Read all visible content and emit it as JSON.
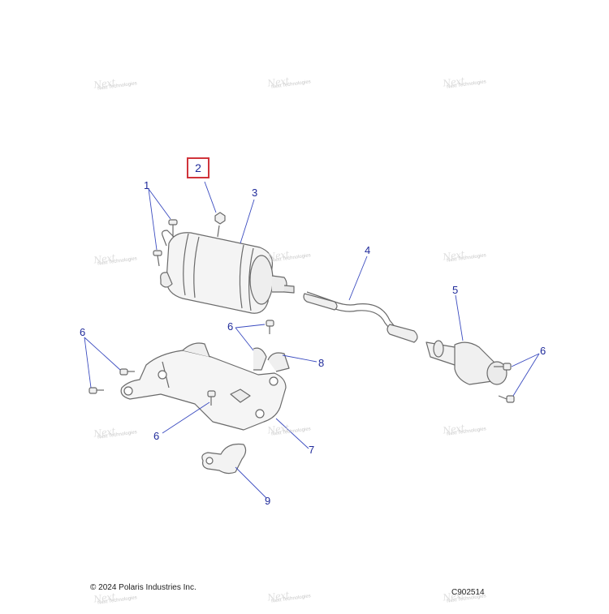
{
  "diagram": {
    "callouts": [
      {
        "id": "c1",
        "label": "1"
      },
      {
        "id": "c2",
        "label": "2",
        "highlighted": true
      },
      {
        "id": "c3",
        "label": "3"
      },
      {
        "id": "c4",
        "label": "4"
      },
      {
        "id": "c5",
        "label": "5"
      },
      {
        "id": "c6a",
        "label": "6"
      },
      {
        "id": "c6b",
        "label": "6"
      },
      {
        "id": "c6c",
        "label": "6"
      },
      {
        "id": "c6d",
        "label": "6"
      },
      {
        "id": "c7",
        "label": "7"
      },
      {
        "id": "c8",
        "label": "8"
      },
      {
        "id": "c9",
        "label": "9"
      }
    ],
    "copyright": "© 2024 Polaris Industries Inc.",
    "figure_code": "C902514",
    "watermark": "Next Technologies",
    "colors": {
      "callout": "#1f2a9a",
      "highlight": "#d0343b",
      "line_art": "#555555",
      "leader": "#3b4cc0"
    }
  }
}
